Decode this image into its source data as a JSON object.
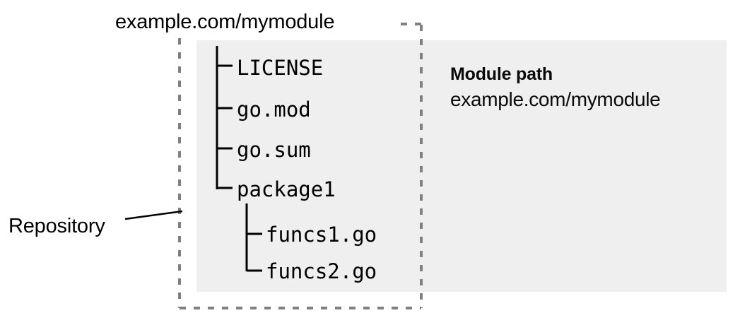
{
  "diagram": {
    "module_title": "example.com/mymodule",
    "repository_label": "Repository",
    "panel_color": "#efefef",
    "dashed_color": "#808080",
    "line_color": "#000000"
  },
  "tree": {
    "entries": [
      {
        "name": "LICENSE",
        "branch": "├─",
        "level": 1
      },
      {
        "name": "go.mod",
        "branch": "├─",
        "level": 1
      },
      {
        "name": "go.sum",
        "branch": "├─",
        "level": 1
      },
      {
        "name": "package1",
        "branch": "└─",
        "level": 1
      },
      {
        "name": "funcs1.go",
        "branch": "├─",
        "level": 2
      },
      {
        "name": "funcs2.go",
        "branch": "└─",
        "level": 2
      }
    ]
  },
  "annotation": {
    "title": "Module path",
    "value": "example.com/mymodule"
  }
}
